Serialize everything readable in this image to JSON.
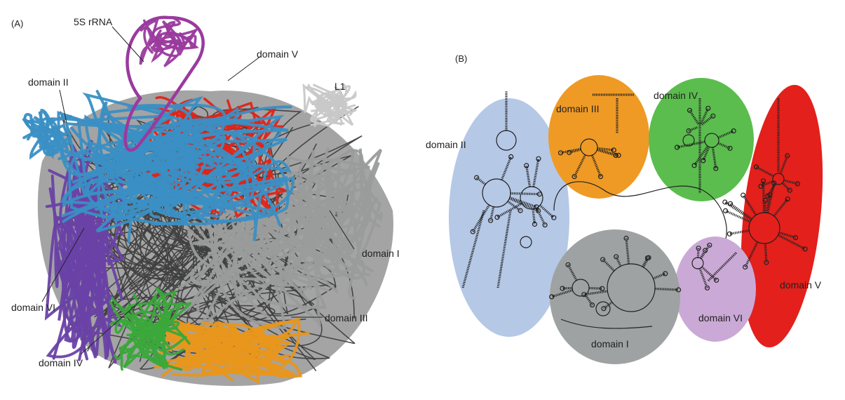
{
  "panelA": {
    "tag": "(A)",
    "labels": {
      "rrna5s": "5S rRNA",
      "domain5": "domain V",
      "domain2": "domain II",
      "l1": "L1",
      "domain1": "domain I",
      "domain6": "domain VI",
      "domain3": "domain III",
      "domain4": "domain IV"
    }
  },
  "panelB": {
    "tag": "(B)",
    "labels": {
      "domain2": "domain II",
      "domain3": "domain III",
      "domain4": "domain IV",
      "domain5": "domain V",
      "domain1": "domain I",
      "domain6": "domain VI"
    }
  },
  "colors": {
    "domain1": "#9a9c9c",
    "domain2": "#3a8fc4",
    "domain3": "#e8961c",
    "domain4": "#3aa83a",
    "domain5": "#e02418",
    "domain6": "#6a42a6",
    "rrna5s": "#9a3a9e",
    "l1": "#c8c8c8",
    "backbone": "#404040",
    "region2": "#b5c8e6",
    "region3": "#ef9a25",
    "region4": "#5bbd4e",
    "region5": "#e3201b",
    "region1": "#9ea2a2",
    "region6": "#cba9d6",
    "line": "#222222"
  }
}
